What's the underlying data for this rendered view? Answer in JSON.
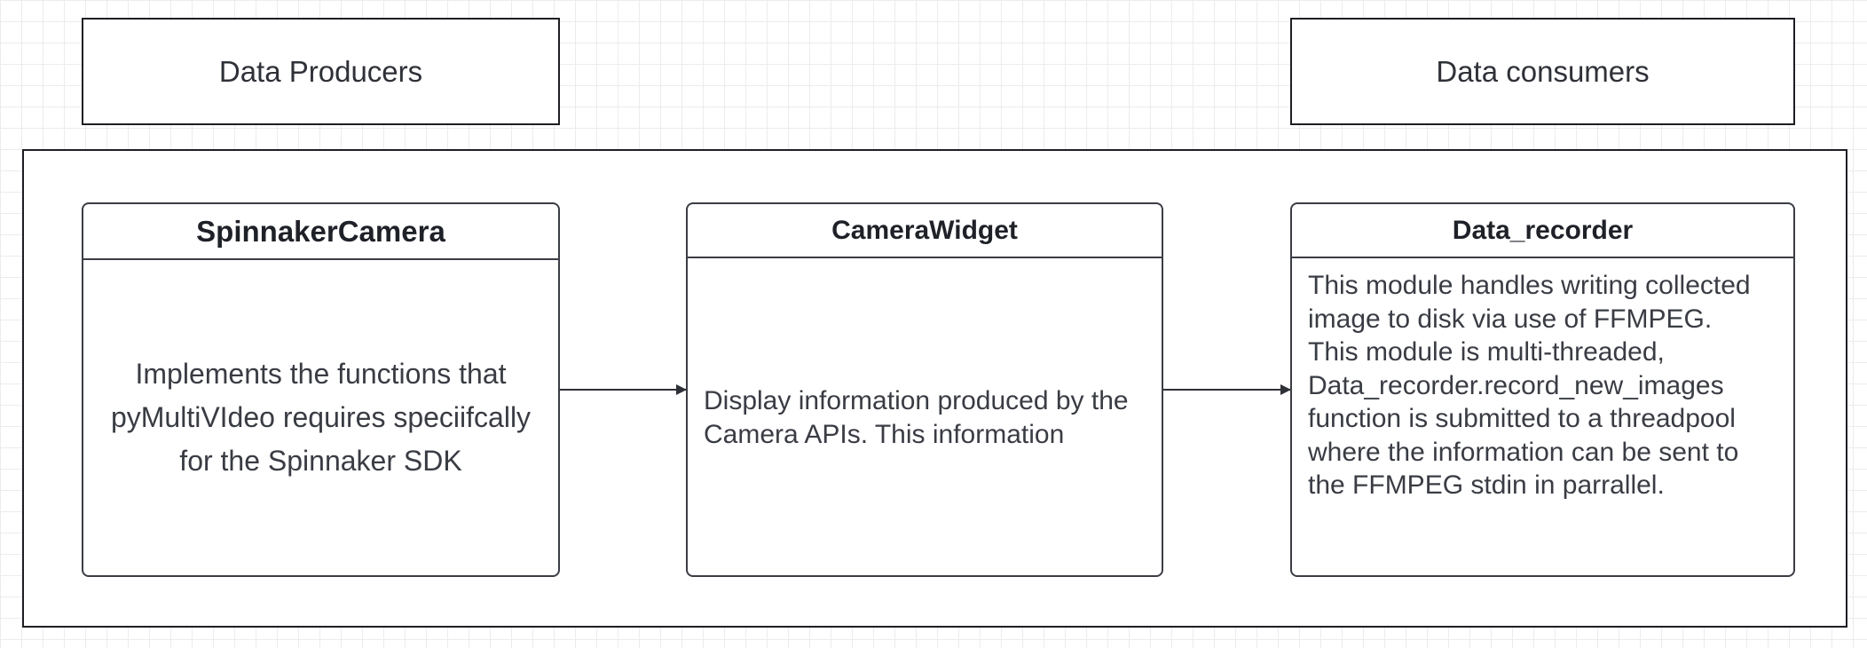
{
  "headers": {
    "producers": "Data Producers",
    "consumers": "Data consumers"
  },
  "modules": {
    "spinnaker": {
      "title": "SpinnakerCamera",
      "body": "Implements the functions that pyMultiVIdeo requires speciifcally for the Spinnaker SDK"
    },
    "widget": {
      "title": "CameraWidget",
      "body": "Display information produced by the Camera APIs. This information"
    },
    "recorder": {
      "title": "Data_recorder",
      "body": " This module handles writing collected image to disk via use of FFMPEG.\nThis module is multi-threaded, Data_recorder.record_new_images function is submitted to a threadpool where the information can be sent to the FFMPEG stdin in parrallel."
    }
  },
  "colors": {
    "border": "#1e1e24",
    "text": "#2f3138",
    "grid": "#ececec",
    "arrow": "#2f3138"
  }
}
